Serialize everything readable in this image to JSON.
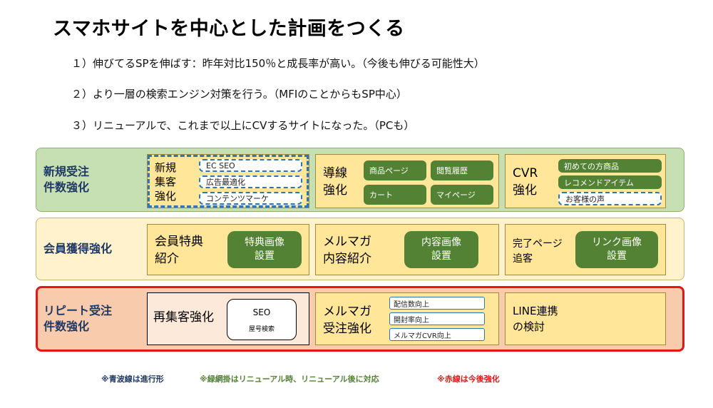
{
  "title": "スマホサイトを中心とした計画をつくる",
  "points": [
    "１）伸びてるSPを伸ばす：昨年対比150％と成長率が高い。（今後も伸びる可能性大）",
    "２）より一層の検索エンジン対策を行う。（MFIのことからもSP中心）",
    "３）リニューアルで、これまで以上にCVするサイトになった。（PCも）"
  ],
  "rows": [
    {
      "label_line1": "新規受注",
      "label_line2": "件数強化",
      "boxes": [
        {
          "label_lines": [
            "新規",
            "集客",
            "強化"
          ],
          "items": [
            "EC SEO",
            "広告最適化",
            "コンテンツマーケ"
          ]
        },
        {
          "label_lines": [
            "導線",
            "強化"
          ],
          "items": [
            "商品ページ",
            "閲覧履歴",
            "カート",
            "マイページ"
          ]
        },
        {
          "label_lines": [
            "CVR",
            "強化"
          ],
          "items": [
            "初めての方商品",
            "レコメンドアイテム",
            "お客様の声"
          ]
        }
      ]
    },
    {
      "label_line1": "会員獲得強化",
      "boxes": [
        {
          "label_lines": [
            "会員特典",
            "紹介"
          ],
          "button_lines": [
            "特典画像",
            "設置"
          ]
        },
        {
          "label_lines": [
            "メルマガ",
            "内容紹介"
          ],
          "button_lines": [
            "内容画像",
            "設置"
          ]
        },
        {
          "label_lines": [
            "完了ページ",
            "追客"
          ],
          "button_lines": [
            "リンク画像",
            "設置"
          ]
        }
      ]
    },
    {
      "label_line1": "リピート受注",
      "label_line2": "件数強化",
      "boxes": [
        {
          "label": "再集客強化",
          "seo_title": "SEO",
          "seo_sub": "屋号検索"
        },
        {
          "label_lines": [
            "メルマガ",
            "受注強化"
          ],
          "items": [
            "配信数向上",
            "開封率向上",
            "メルマガCVR向上"
          ]
        },
        {
          "label_lines": [
            "LINE連携",
            "の検討"
          ]
        }
      ]
    }
  ],
  "notes": {
    "blue": "※青波線は進行形",
    "green": "※緑網掛はリニューアル時、リニューアル後に対応",
    "red": "※赤線は今後強化"
  },
  "colors": {
    "band_green": "#c6e0b4",
    "band_yellow": "#fff2cc",
    "band_red": "#f8cbad",
    "box_fill": "#ffe699",
    "chip_green": "#548235",
    "label_navy": "#1f3864",
    "dashed_blue": "#2e75b6",
    "accent_red": "#e01818"
  }
}
